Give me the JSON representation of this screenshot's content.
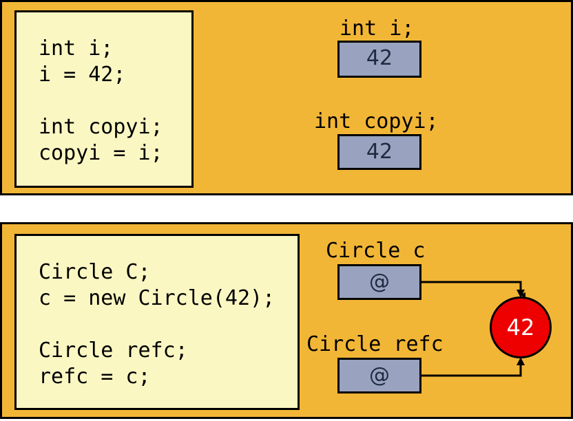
{
  "value_panel": {
    "code_lines": [
      "int i;",
      "i = 42;",
      "",
      "int copyi;",
      "copyi = i;"
    ],
    "variables": [
      {
        "label": "int i;",
        "value": "42"
      },
      {
        "label": "int copyi;",
        "value": "42"
      }
    ]
  },
  "reference_panel": {
    "code_lines": [
      "Circle C;",
      "c = new Circle(42);",
      "",
      "Circle refc;",
      "refc = c;"
    ],
    "variables": [
      {
        "label": "Circle c",
        "value": "@"
      },
      {
        "label": "Circle refc",
        "value": "@"
      }
    ],
    "object": {
      "value": "42",
      "color": "#ee0000"
    }
  },
  "colors": {
    "panel_background": "#f2b636",
    "code_background": "#fbf7c3",
    "variable_box": "#99a3bf"
  }
}
